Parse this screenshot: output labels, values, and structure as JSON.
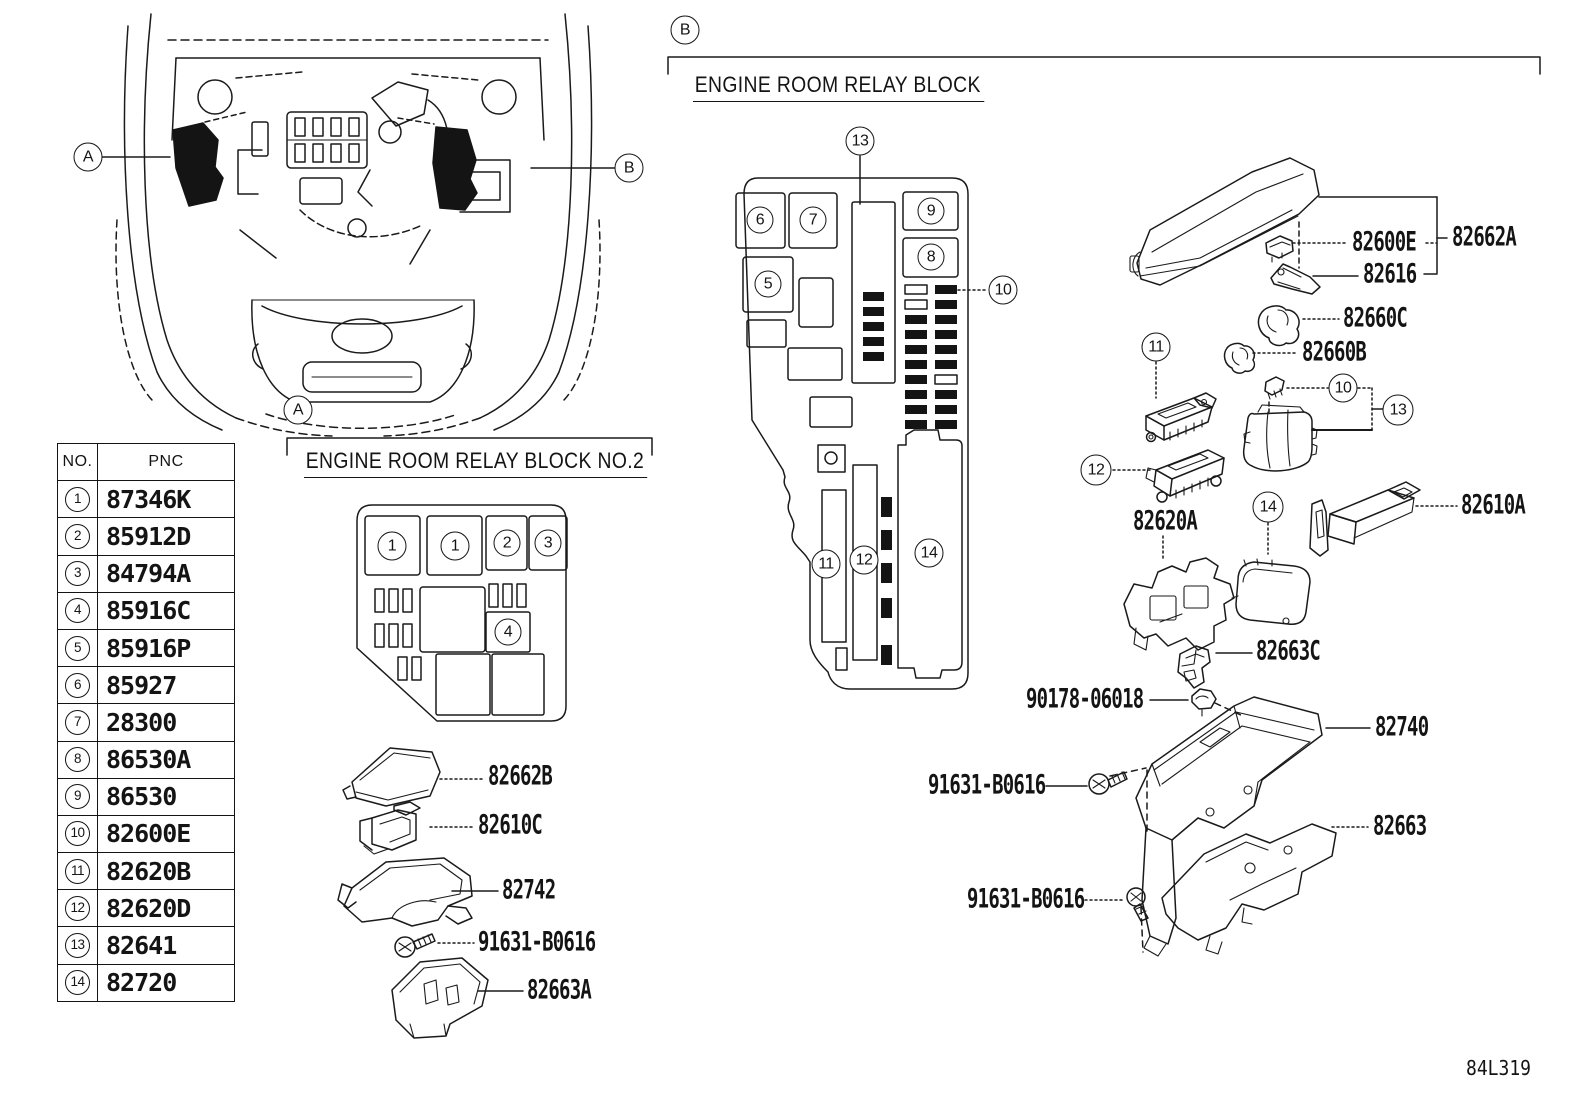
{
  "page": {
    "code": "84L319"
  },
  "overview": {
    "callout_a": "A",
    "callout_b": "B"
  },
  "pnc_table": {
    "header_no": "NO.",
    "header_pnc": "PNC",
    "rows": [
      {
        "no": "1",
        "pnc": "87346K"
      },
      {
        "no": "2",
        "pnc": "85912D"
      },
      {
        "no": "3",
        "pnc": "84794A"
      },
      {
        "no": "4",
        "pnc": "85916C"
      },
      {
        "no": "5",
        "pnc": "85916P"
      },
      {
        "no": "6",
        "pnc": "85927"
      },
      {
        "no": "7",
        "pnc": "28300"
      },
      {
        "no": "8",
        "pnc": "86530A"
      },
      {
        "no": "9",
        "pnc": "86530"
      },
      {
        "no": "10",
        "pnc": "82600E"
      },
      {
        "no": "11",
        "pnc": "82620B"
      },
      {
        "no": "12",
        "pnc": "82620D"
      },
      {
        "no": "13",
        "pnc": "82641"
      },
      {
        "no": "14",
        "pnc": "82720"
      }
    ]
  },
  "section_a": {
    "marker": "A",
    "title": "ENGINE ROOM RELAY BLOCK  NO.2",
    "callouts": {
      "c1_left": "1",
      "c1_right": "1",
      "c2": "2",
      "c3": "3",
      "c4": "4"
    },
    "parts": {
      "cover": "82662B",
      "relay": "82610C",
      "case": "82742",
      "screw": "91631-B0616",
      "lower_cover": "82663A"
    }
  },
  "section_b": {
    "marker": "B",
    "title": "ENGINE ROOM RELAY BLOCK",
    "block_callouts": {
      "c13": "13",
      "c6": "6",
      "c7": "7",
      "c9": "9",
      "c8": "8",
      "c5": "5",
      "c10": "10",
      "c11": "11",
      "c12": "12",
      "c14": "14"
    },
    "side_callouts": {
      "c11": "11",
      "c12": "12",
      "c10": "10",
      "c13": "13",
      "c14": "14"
    },
    "parts": {
      "upper_cover": "82662A",
      "clip": "82600E",
      "hook": "82616",
      "clamp_c": "82660C",
      "clamp_b": "82660B",
      "relay": "82610A",
      "block": "82620A",
      "clip_c": "82663C",
      "nut": "90178-06018",
      "case": "82740",
      "screw_upper": "91631-B0616",
      "lower_cover": "82663",
      "screw_lower": "91631-B0616"
    }
  }
}
